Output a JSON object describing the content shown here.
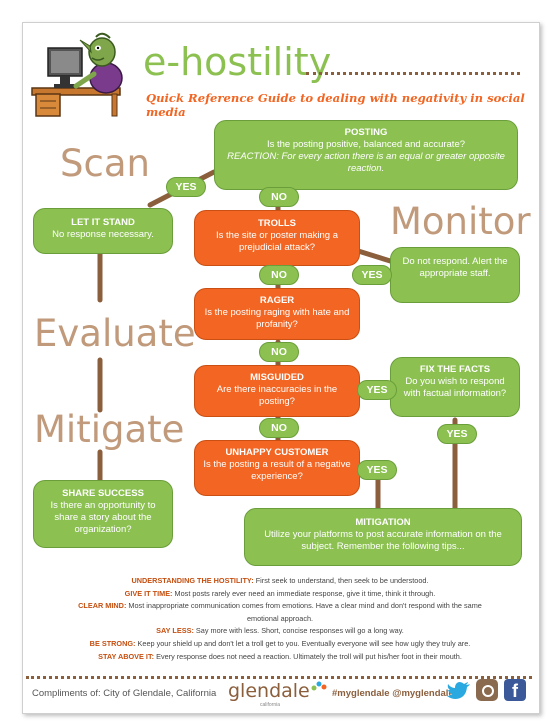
{
  "header": {
    "title": "e-hostility",
    "subtitle": "Quick Reference Guide to dealing with negativity in social media"
  },
  "stages": {
    "scan": "Scan",
    "monitor": "Monitor",
    "evaluate": "Evaluate",
    "mitigate": "Mitigate"
  },
  "nodes": {
    "posting": {
      "title": "POSTING",
      "line1": "Is the posting positive, balanced and accurate?",
      "line2": "REACTION: For every action there is an equal or greater opposite reaction."
    },
    "let_it_stand": {
      "title": "LET IT STAND",
      "body": "No response necessary."
    },
    "trolls": {
      "title": "TROLLS",
      "body": "Is the site or poster making a prejudicial attack?"
    },
    "monitor_action": {
      "body": "Do not respond. Alert the appropriate staff."
    },
    "rager": {
      "title": "RAGER",
      "body": "Is the posting raging with hate and profanity?"
    },
    "misguided": {
      "title": "MISGUIDED",
      "body": "Are there inaccuracies in the posting?"
    },
    "fix_facts": {
      "title": "FIX THE FACTS",
      "body": "Do you wish to respond with factual information?"
    },
    "unhappy": {
      "title": "UNHAPPY CUSTOMER",
      "body": "Is the posting a result of a negative experience?"
    },
    "share_success": {
      "title": "SHARE SUCCESS",
      "body": "Is there an opportunity to share a story about the organization?"
    },
    "mitigation": {
      "title": "MITIGATION",
      "body": "Utilize your platforms to post accurate information on the subject. Remember the following tips..."
    }
  },
  "labels": {
    "yes": "YES",
    "no": "NO"
  },
  "tips": [
    {
      "head": "UNDERSTANDING THE HOSTILITY:",
      "text": "First seek to understand, then seek to be understood."
    },
    {
      "head": "GIVE IT TIME:",
      "text": "Most posts rarely ever need an immediate response, give it time, think it through."
    },
    {
      "head": "CLEAR MIND:",
      "text": "Most inappropriate communication comes from emotions. Have a clear mind and don't respond with the same emotional approach."
    },
    {
      "head": "SAY LESS:",
      "text": "Say more with less. Short, concise responses will go a long way."
    },
    {
      "head": "BE STRONG:",
      "text": "Keep your shield up and don't let a troll get to you. Eventually everyone will see how ugly they truly are."
    },
    {
      "head": "STAY ABOVE IT:",
      "text": "Every response does not need a reaction. Ultimately the troll will put his/her foot in their mouth."
    }
  ],
  "footer": {
    "credit": "Compliments of: City of Glendale, California",
    "logo": "glendale",
    "logo_sub": "california",
    "handles": "#myglendale @myglendale"
  },
  "colors": {
    "green": "#8cc152",
    "orange": "#f26522",
    "brown": "#8b5e3c",
    "stage": "#c09a7a",
    "title": "#8cc152",
    "subtitle": "#f26522"
  }
}
